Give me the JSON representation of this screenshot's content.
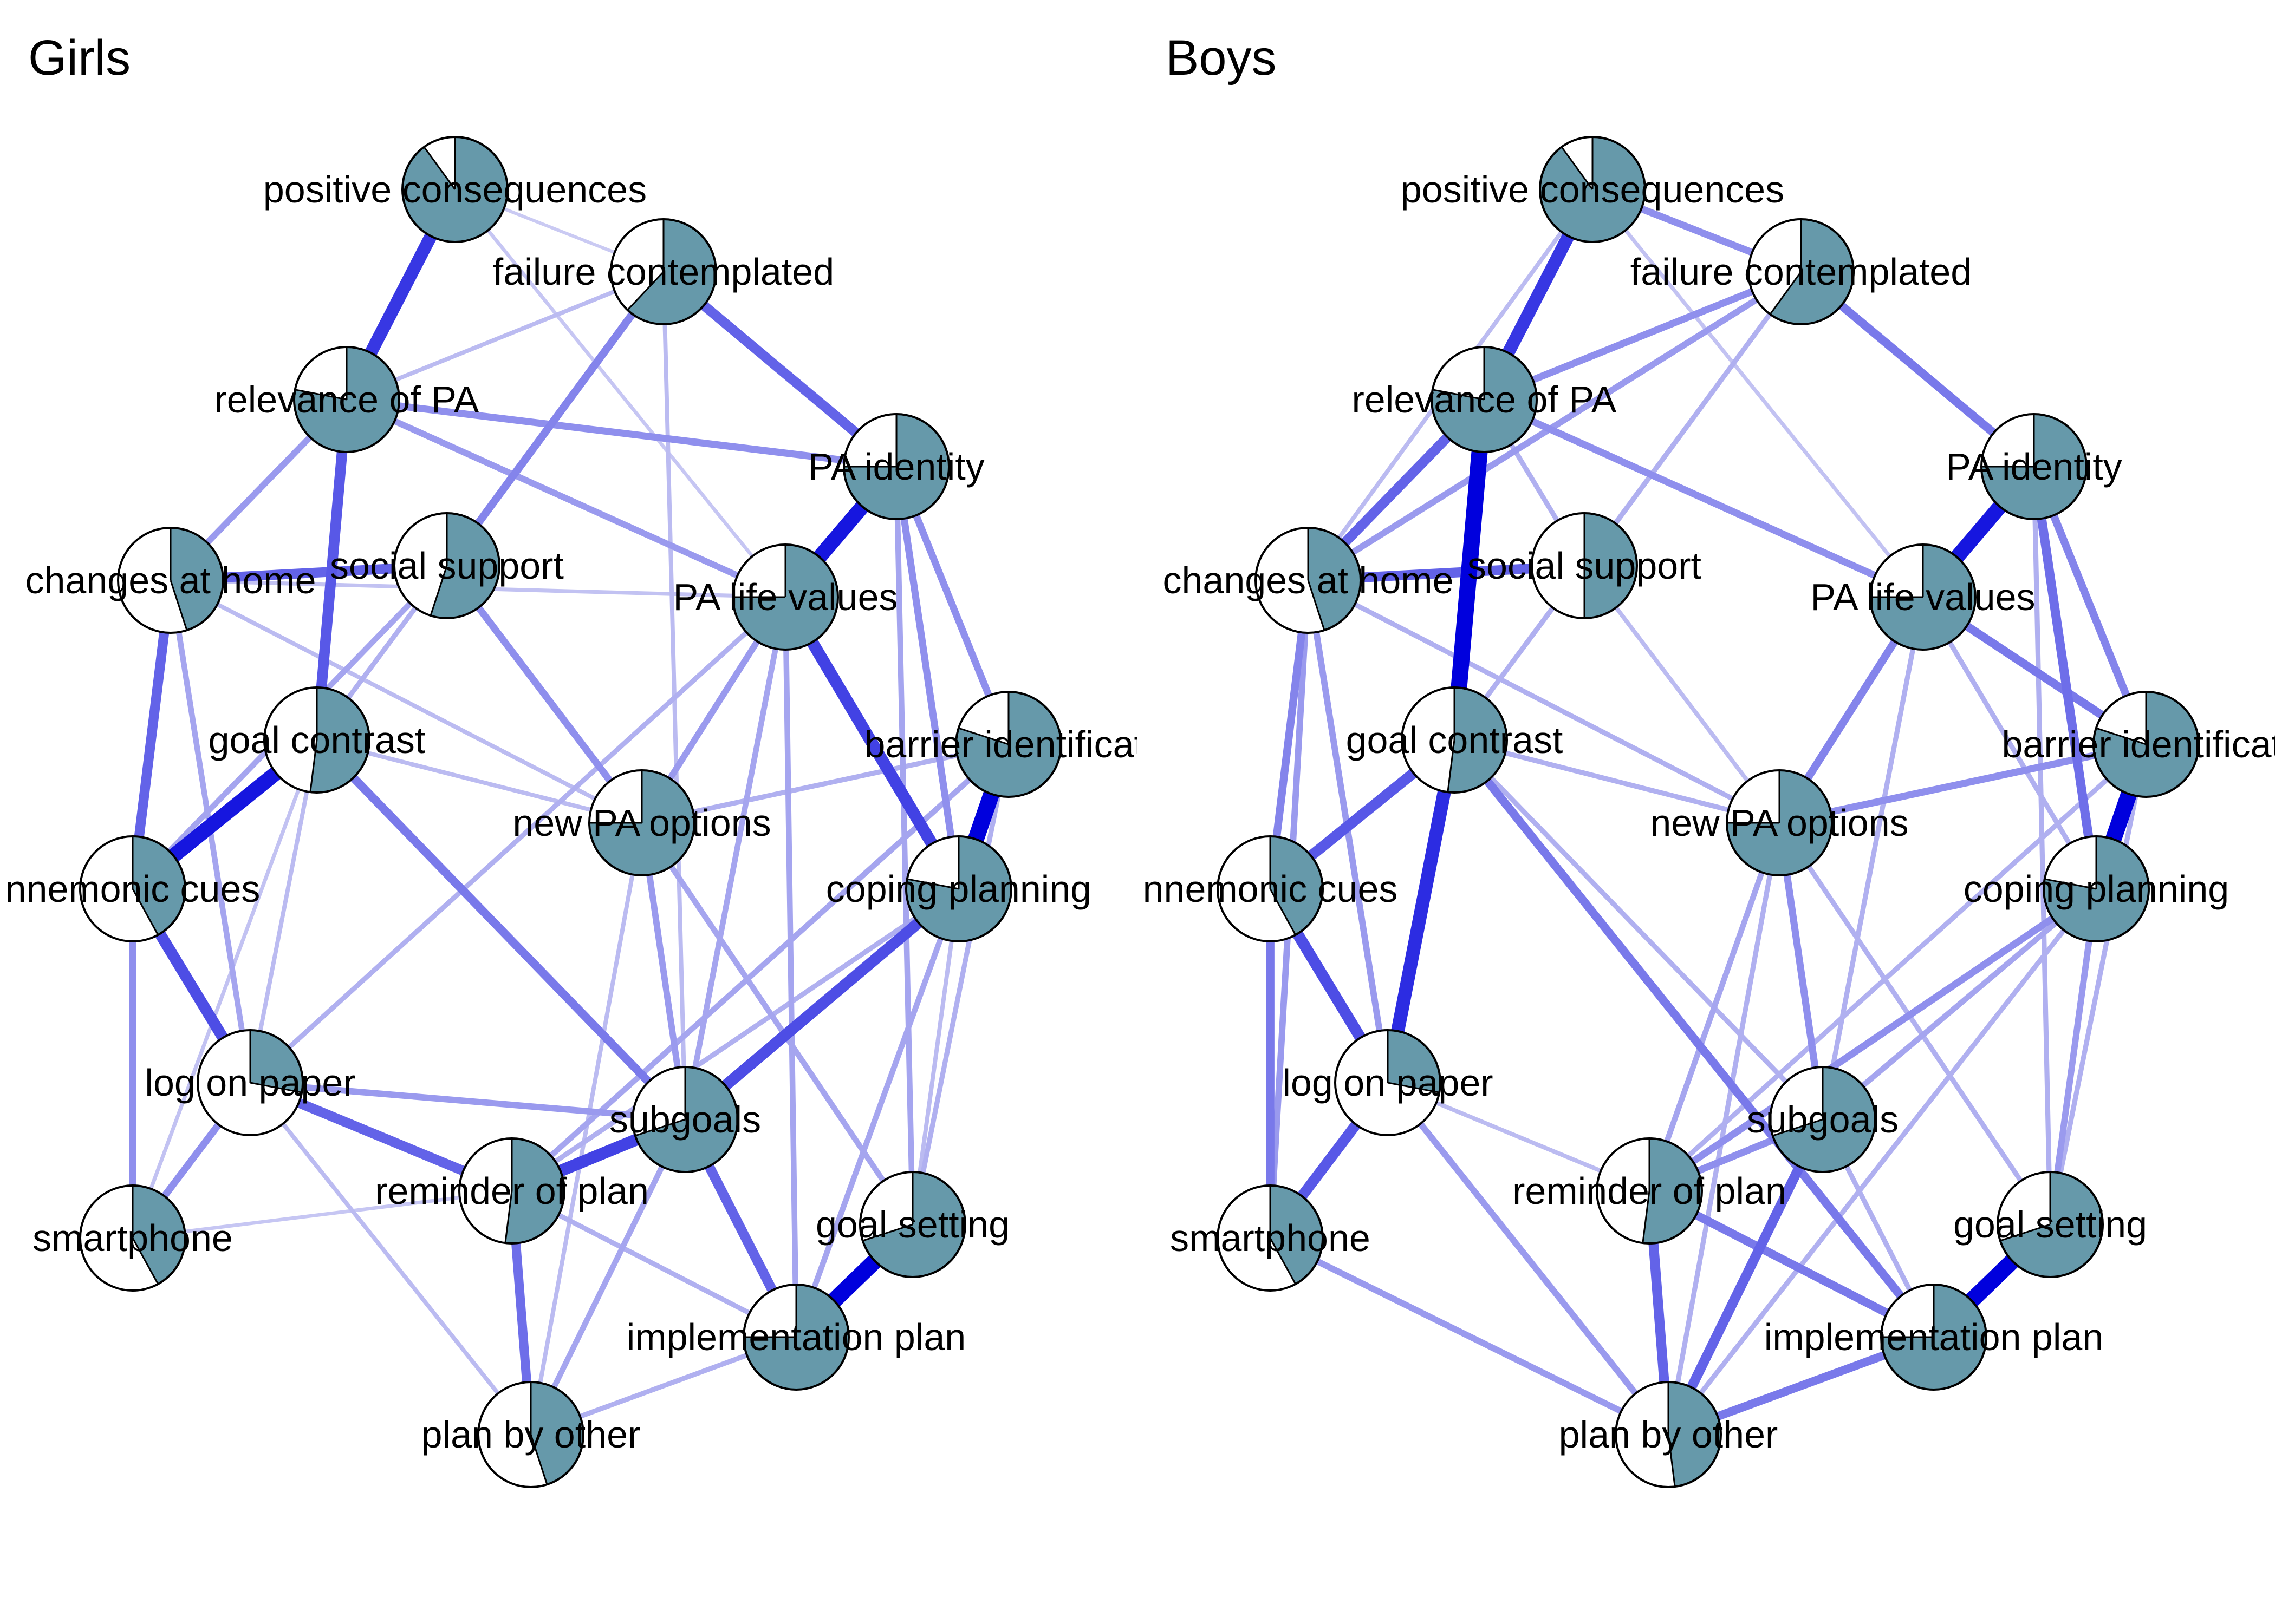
{
  "panels": {
    "girls": {
      "title": "Girls"
    },
    "boys": {
      "title": "Boys"
    }
  },
  "colors": {
    "pie_fill": "#6699AA",
    "node_rest": "#FFFFFF",
    "node_border": "#000000",
    "edge": "#0000DD"
  },
  "nodes": [
    {
      "id": "positive-consequences",
      "label": "positive consequences"
    },
    {
      "id": "failure-contemplated",
      "label": "failure contemplated"
    },
    {
      "id": "relevance-of-pa",
      "label": "relevance of PA"
    },
    {
      "id": "pa-identity",
      "label": "PA identity"
    },
    {
      "id": "changes-at-home",
      "label": "changes at home"
    },
    {
      "id": "social-support",
      "label": "social support"
    },
    {
      "id": "pa-life-values",
      "label": "PA life values"
    },
    {
      "id": "goal-contrast",
      "label": "goal contrast"
    },
    {
      "id": "barrier-identification",
      "label": "barrier identificati"
    },
    {
      "id": "new-pa-options",
      "label": "new PA options"
    },
    {
      "id": "mnemonic-cues",
      "label": "nnemonic cues"
    },
    {
      "id": "coping-planning",
      "label": "coping planning"
    },
    {
      "id": "log-on-paper",
      "label": "log on paper"
    },
    {
      "id": "subgoals",
      "label": "subgoals"
    },
    {
      "id": "reminder-of-plan",
      "label": "reminder of plan"
    },
    {
      "id": "smartphone",
      "label": "smartphone"
    },
    {
      "id": "goal-setting",
      "label": "goal setting"
    },
    {
      "id": "implementation-plan",
      "label": "implementation plan"
    },
    {
      "id": "plan-by-other",
      "label": "plan by other"
    }
  ],
  "pie_fractions": {
    "girls": {
      "positive-consequences": 0.9,
      "failure-contemplated": 0.62,
      "relevance-of-pa": 0.78,
      "pa-identity": 0.75,
      "changes-at-home": 0.45,
      "social-support": 0.55,
      "pa-life-values": 0.75,
      "goal-contrast": 0.52,
      "barrier-identification": 0.8,
      "new-pa-options": 0.75,
      "mnemonic-cues": 0.42,
      "coping-planning": 0.78,
      "log-on-paper": 0.28,
      "subgoals": 0.7,
      "reminder-of-plan": 0.52,
      "smartphone": 0.42,
      "goal-setting": 0.7,
      "implementation-plan": 0.75,
      "plan-by-other": 0.45
    },
    "boys": {
      "positive-consequences": 0.9,
      "failure-contemplated": 0.6,
      "relevance-of-pa": 0.78,
      "pa-identity": 0.75,
      "changes-at-home": 0.45,
      "social-support": 0.5,
      "pa-life-values": 0.75,
      "goal-contrast": 0.52,
      "barrier-identification": 0.8,
      "new-pa-options": 0.75,
      "mnemonic-cues": 0.42,
      "coping-planning": 0.78,
      "log-on-paper": 0.28,
      "subgoals": 0.7,
      "reminder-of-plan": 0.52,
      "smartphone": 0.42,
      "goal-setting": 0.7,
      "implementation-plan": 0.75,
      "plan-by-other": 0.48
    }
  },
  "edges": {
    "girls": [
      [
        "positive-consequences",
        "relevance-of-pa",
        0.75
      ],
      [
        "positive-consequences",
        "failure-contemplated",
        0.08
      ],
      [
        "positive-consequences",
        "pa-life-values",
        0.1
      ],
      [
        "failure-contemplated",
        "pa-identity",
        0.55
      ],
      [
        "failure-contemplated",
        "social-support",
        0.4
      ],
      [
        "failure-contemplated",
        "relevance-of-pa",
        0.15
      ],
      [
        "failure-contemplated",
        "subgoals",
        0.15
      ],
      [
        "relevance-of-pa",
        "pa-identity",
        0.35
      ],
      [
        "relevance-of-pa",
        "goal-contrast",
        0.6
      ],
      [
        "relevance-of-pa",
        "changes-at-home",
        0.3
      ],
      [
        "relevance-of-pa",
        "pa-life-values",
        0.3
      ],
      [
        "changes-at-home",
        "social-support",
        0.55
      ],
      [
        "changes-at-home",
        "mnemonic-cues",
        0.55
      ],
      [
        "changes-at-home",
        "log-on-paper",
        0.25
      ],
      [
        "changes-at-home",
        "new-pa-options",
        0.15
      ],
      [
        "social-support",
        "new-pa-options",
        0.35
      ],
      [
        "social-support",
        "mnemonic-cues",
        0.25
      ],
      [
        "social-support",
        "goal-contrast",
        0.2
      ],
      [
        "pa-identity",
        "pa-life-values",
        0.9
      ],
      [
        "pa-identity",
        "coping-planning",
        0.35
      ],
      [
        "pa-identity",
        "barrier-identification",
        0.35
      ],
      [
        "pa-identity",
        "goal-setting",
        0.25
      ],
      [
        "pa-life-values",
        "coping-planning",
        0.7
      ],
      [
        "pa-life-values",
        "new-pa-options",
        0.3
      ],
      [
        "pa-life-values",
        "subgoals",
        0.25
      ],
      [
        "pa-life-values",
        "implementation-plan",
        0.25
      ],
      [
        "pa-life-values",
        "log-on-paper",
        0.2
      ],
      [
        "pa-life-values",
        "changes-at-home",
        0.12
      ],
      [
        "goal-contrast",
        "mnemonic-cues",
        0.9
      ],
      [
        "goal-contrast",
        "subgoals",
        0.45
      ],
      [
        "goal-contrast",
        "new-pa-options",
        0.15
      ],
      [
        "goal-contrast",
        "log-on-paper",
        0.15
      ],
      [
        "goal-contrast",
        "smartphone",
        0.12
      ],
      [
        "barrier-identification",
        "coping-planning",
        1.0
      ],
      [
        "barrier-identification",
        "new-pa-options",
        0.2
      ],
      [
        "barrier-identification",
        "reminder-of-plan",
        0.25
      ],
      [
        "barrier-identification",
        "goal-setting",
        0.2
      ],
      [
        "new-pa-options",
        "subgoals",
        0.3
      ],
      [
        "new-pa-options",
        "goal-setting",
        0.25
      ],
      [
        "new-pa-options",
        "plan-by-other",
        0.15
      ],
      [
        "mnemonic-cues",
        "log-on-paper",
        0.65
      ],
      [
        "mnemonic-cues",
        "smartphone",
        0.35
      ],
      [
        "coping-planning",
        "subgoals",
        0.65
      ],
      [
        "coping-planning",
        "reminder-of-plan",
        0.2
      ],
      [
        "coping-planning",
        "implementation-plan",
        0.25
      ],
      [
        "coping-planning",
        "goal-setting",
        0.15
      ],
      [
        "log-on-paper",
        "smartphone",
        0.35
      ],
      [
        "log-on-paper",
        "reminder-of-plan",
        0.55
      ],
      [
        "log-on-paper",
        "subgoals",
        0.3
      ],
      [
        "log-on-paper",
        "plan-by-other",
        0.15
      ],
      [
        "subgoals",
        "reminder-of-plan",
        0.7
      ],
      [
        "subgoals",
        "implementation-plan",
        0.55
      ],
      [
        "subgoals",
        "plan-by-other",
        0.25
      ],
      [
        "reminder-of-plan",
        "plan-by-other",
        0.5
      ],
      [
        "reminder-of-plan",
        "implementation-plan",
        0.2
      ],
      [
        "goal-setting",
        "implementation-plan",
        1.0
      ],
      [
        "implementation-plan",
        "plan-by-other",
        0.2
      ],
      [
        "smartphone",
        "reminder-of-plan",
        0.1
      ]
    ],
    "boys": [
      [
        "positive-consequences",
        "relevance-of-pa",
        0.75
      ],
      [
        "positive-consequences",
        "failure-contemplated",
        0.35
      ],
      [
        "positive-consequences",
        "pa-life-values",
        0.12
      ],
      [
        "positive-consequences",
        "changes-at-home",
        0.15
      ],
      [
        "failure-contemplated",
        "pa-identity",
        0.45
      ],
      [
        "failure-contemplated",
        "relevance-of-pa",
        0.35
      ],
      [
        "failure-contemplated",
        "changes-at-home",
        0.3
      ],
      [
        "failure-contemplated",
        "social-support",
        0.2
      ],
      [
        "failure-contemplated",
        "goal-contrast",
        0.15
      ],
      [
        "relevance-of-pa",
        "goal-contrast",
        1.0
      ],
      [
        "relevance-of-pa",
        "changes-at-home",
        0.55
      ],
      [
        "relevance-of-pa",
        "pa-life-values",
        0.35
      ],
      [
        "relevance-of-pa",
        "social-support",
        0.2
      ],
      [
        "changes-at-home",
        "social-support",
        0.55
      ],
      [
        "changes-at-home",
        "mnemonic-cues",
        0.4
      ],
      [
        "changes-at-home",
        "log-on-paper",
        0.3
      ],
      [
        "changes-at-home",
        "new-pa-options",
        0.2
      ],
      [
        "changes-at-home",
        "smartphone",
        0.3
      ],
      [
        "social-support",
        "goal-contrast",
        0.2
      ],
      [
        "social-support",
        "new-pa-options",
        0.15
      ],
      [
        "pa-identity",
        "pa-life-values",
        0.9
      ],
      [
        "pa-identity",
        "coping-planning",
        0.5
      ],
      [
        "pa-identity",
        "barrier-identification",
        0.4
      ],
      [
        "pa-identity",
        "goal-setting",
        0.2
      ],
      [
        "pa-life-values",
        "barrier-identification",
        0.45
      ],
      [
        "pa-life-values",
        "new-pa-options",
        0.4
      ],
      [
        "pa-life-values",
        "subgoals",
        0.2
      ],
      [
        "pa-life-values",
        "coping-planning",
        0.2
      ],
      [
        "goal-contrast",
        "mnemonic-cues",
        0.6
      ],
      [
        "goal-contrast",
        "log-on-paper",
        0.8
      ],
      [
        "goal-contrast",
        "implementation-plan",
        0.45
      ],
      [
        "goal-contrast",
        "new-pa-options",
        0.2
      ],
      [
        "goal-contrast",
        "subgoals",
        0.2
      ],
      [
        "barrier-identification",
        "coping-planning",
        1.0
      ],
      [
        "barrier-identification",
        "new-pa-options",
        0.35
      ],
      [
        "barrier-identification",
        "reminder-of-plan",
        0.2
      ],
      [
        "barrier-identification",
        "goal-setting",
        0.2
      ],
      [
        "new-pa-options",
        "subgoals",
        0.35
      ],
      [
        "new-pa-options",
        "reminder-of-plan",
        0.25
      ],
      [
        "new-pa-options",
        "goal-setting",
        0.2
      ],
      [
        "new-pa-options",
        "plan-by-other",
        0.2
      ],
      [
        "mnemonic-cues",
        "log-on-paper",
        0.65
      ],
      [
        "mnemonic-cues",
        "smartphone",
        0.45
      ],
      [
        "coping-planning",
        "reminder-of-plan",
        0.35
      ],
      [
        "coping-planning",
        "subgoals",
        0.25
      ],
      [
        "coping-planning",
        "goal-setting",
        0.3
      ],
      [
        "coping-planning",
        "plan-by-other",
        0.2
      ],
      [
        "log-on-paper",
        "smartphone",
        0.6
      ],
      [
        "log-on-paper",
        "plan-by-other",
        0.3
      ],
      [
        "log-on-paper",
        "reminder-of-plan",
        0.15
      ],
      [
        "subgoals",
        "reminder-of-plan",
        0.35
      ],
      [
        "subgoals",
        "plan-by-other",
        0.55
      ],
      [
        "subgoals",
        "implementation-plan",
        0.2
      ],
      [
        "reminder-of-plan",
        "plan-by-other",
        0.55
      ],
      [
        "reminder-of-plan",
        "implementation-plan",
        0.45
      ],
      [
        "goal-setting",
        "implementation-plan",
        1.0
      ],
      [
        "implementation-plan",
        "plan-by-other",
        0.45
      ],
      [
        "smartphone",
        "plan-by-other",
        0.3
      ]
    ]
  }
}
